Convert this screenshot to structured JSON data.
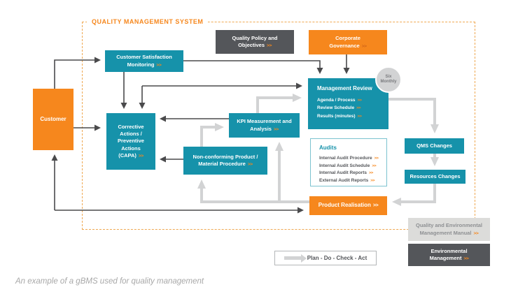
{
  "title": "QUALITY MANAGEMENT SYSTEM",
  "caption": "An example of a gBMS used for quality management",
  "boxes": {
    "customer": {
      "label": "Customer"
    },
    "customer_satisfaction": {
      "label": "Customer Satisfaction Monitoring",
      "chevron": ">>"
    },
    "quality_policy": {
      "label": "Quality Policy and Objectives",
      "chevron": ">>"
    },
    "corporate_governance": {
      "label": "Corporate Governance",
      "chevron": ">>"
    },
    "capa": {
      "label": "Corrective Actions / Preventive Actions (CAPA)",
      "chevron": ">>"
    },
    "kpi": {
      "label": "KPI Measurement and Analysis",
      "chevron": ">>"
    },
    "non_conforming": {
      "label": "Non-conforming Product / Material Procedure",
      "chevron": ">>"
    },
    "qms_changes": {
      "label": "QMS Changes"
    },
    "resources_changes": {
      "label": "Resources Changes"
    },
    "product_realisation": {
      "label": "Product Realisation",
      "chevron": ">>"
    },
    "qe_manual": {
      "label": "Quality and Environmental Management Manual",
      "chevron": ">>"
    },
    "environmental_management": {
      "label": "Environmental Management",
      "chevron": ">>"
    }
  },
  "management_review": {
    "title": "Management Review",
    "items": [
      {
        "text": "Agenda / Process",
        "chevron": ">>"
      },
      {
        "text": "Review Schedule",
        "chevron": ">>"
      },
      {
        "text": "Results (minutes)",
        "chevron": ">>"
      }
    ]
  },
  "audits": {
    "title": "Audits",
    "items": [
      {
        "text": "Internal Audit Procedure",
        "chevron": ">>"
      },
      {
        "text": "Internal Audit Schedule",
        "chevron": ">>"
      },
      {
        "text": "Internal Audit Reports",
        "chevron": ">>"
      },
      {
        "text": "External Audit Reports",
        "chevron": ">>"
      }
    ]
  },
  "badge": {
    "line1": "Six",
    "line2": "Monthly"
  },
  "legend": {
    "label": "Plan - Do - Check - Act"
  },
  "colors": {
    "teal": "#1692aa",
    "orange": "#f6871d",
    "dark_gray": "#54565a",
    "light_gray_box": "#dcdcda",
    "arrow_dark": "#4a4a4c",
    "arrow_gray": "#d2d3d4",
    "dashed_border": "#efa851",
    "chevron_orange": "#f6871d"
  }
}
